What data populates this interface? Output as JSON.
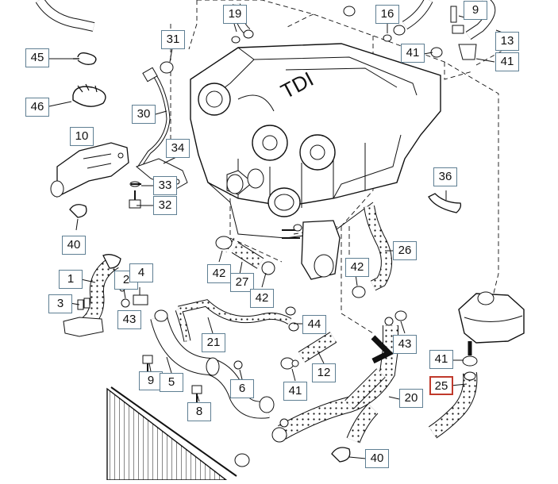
{
  "diagram": {
    "engine_label": "TDI",
    "accent_color": "#5f7f93",
    "highlight_color": "#c0392b",
    "callouts": [
      {
        "id": "c19",
        "label": "19"
      },
      {
        "id": "c16",
        "label": "16"
      },
      {
        "id": "c9a",
        "label": "9"
      },
      {
        "id": "c13",
        "label": "13"
      },
      {
        "id": "c41a",
        "label": "41"
      },
      {
        "id": "c41b",
        "label": "41"
      },
      {
        "id": "c31",
        "label": "31"
      },
      {
        "id": "c45",
        "label": "45"
      },
      {
        "id": "c46",
        "label": "46"
      },
      {
        "id": "c30",
        "label": "30"
      },
      {
        "id": "c10",
        "label": "10"
      },
      {
        "id": "c34",
        "label": "34"
      },
      {
        "id": "c33",
        "label": "33"
      },
      {
        "id": "c32",
        "label": "32"
      },
      {
        "id": "c36",
        "label": "36"
      },
      {
        "id": "c40a",
        "label": "40"
      },
      {
        "id": "c26",
        "label": "26"
      },
      {
        "id": "c42a",
        "label": "42"
      },
      {
        "id": "c27",
        "label": "27"
      },
      {
        "id": "c42b",
        "label": "42"
      },
      {
        "id": "c42c",
        "label": "42"
      },
      {
        "id": "c1",
        "label": "1"
      },
      {
        "id": "c2",
        "label": "2"
      },
      {
        "id": "c4",
        "label": "4"
      },
      {
        "id": "c3",
        "label": "3"
      },
      {
        "id": "c43a",
        "label": "43"
      },
      {
        "id": "c44",
        "label": "44"
      },
      {
        "id": "c43b",
        "label": "43"
      },
      {
        "id": "c21",
        "label": "21"
      },
      {
        "id": "c41c",
        "label": "41"
      },
      {
        "id": "c25",
        "label": "25",
        "highlight": true
      },
      {
        "id": "c12",
        "label": "12"
      },
      {
        "id": "c9b",
        "label": "9"
      },
      {
        "id": "c5",
        "label": "5"
      },
      {
        "id": "c6",
        "label": "6"
      },
      {
        "id": "c41d",
        "label": "41"
      },
      {
        "id": "c20",
        "label": "20"
      },
      {
        "id": "c8",
        "label": "8"
      },
      {
        "id": "c40b",
        "label": "40"
      }
    ]
  }
}
